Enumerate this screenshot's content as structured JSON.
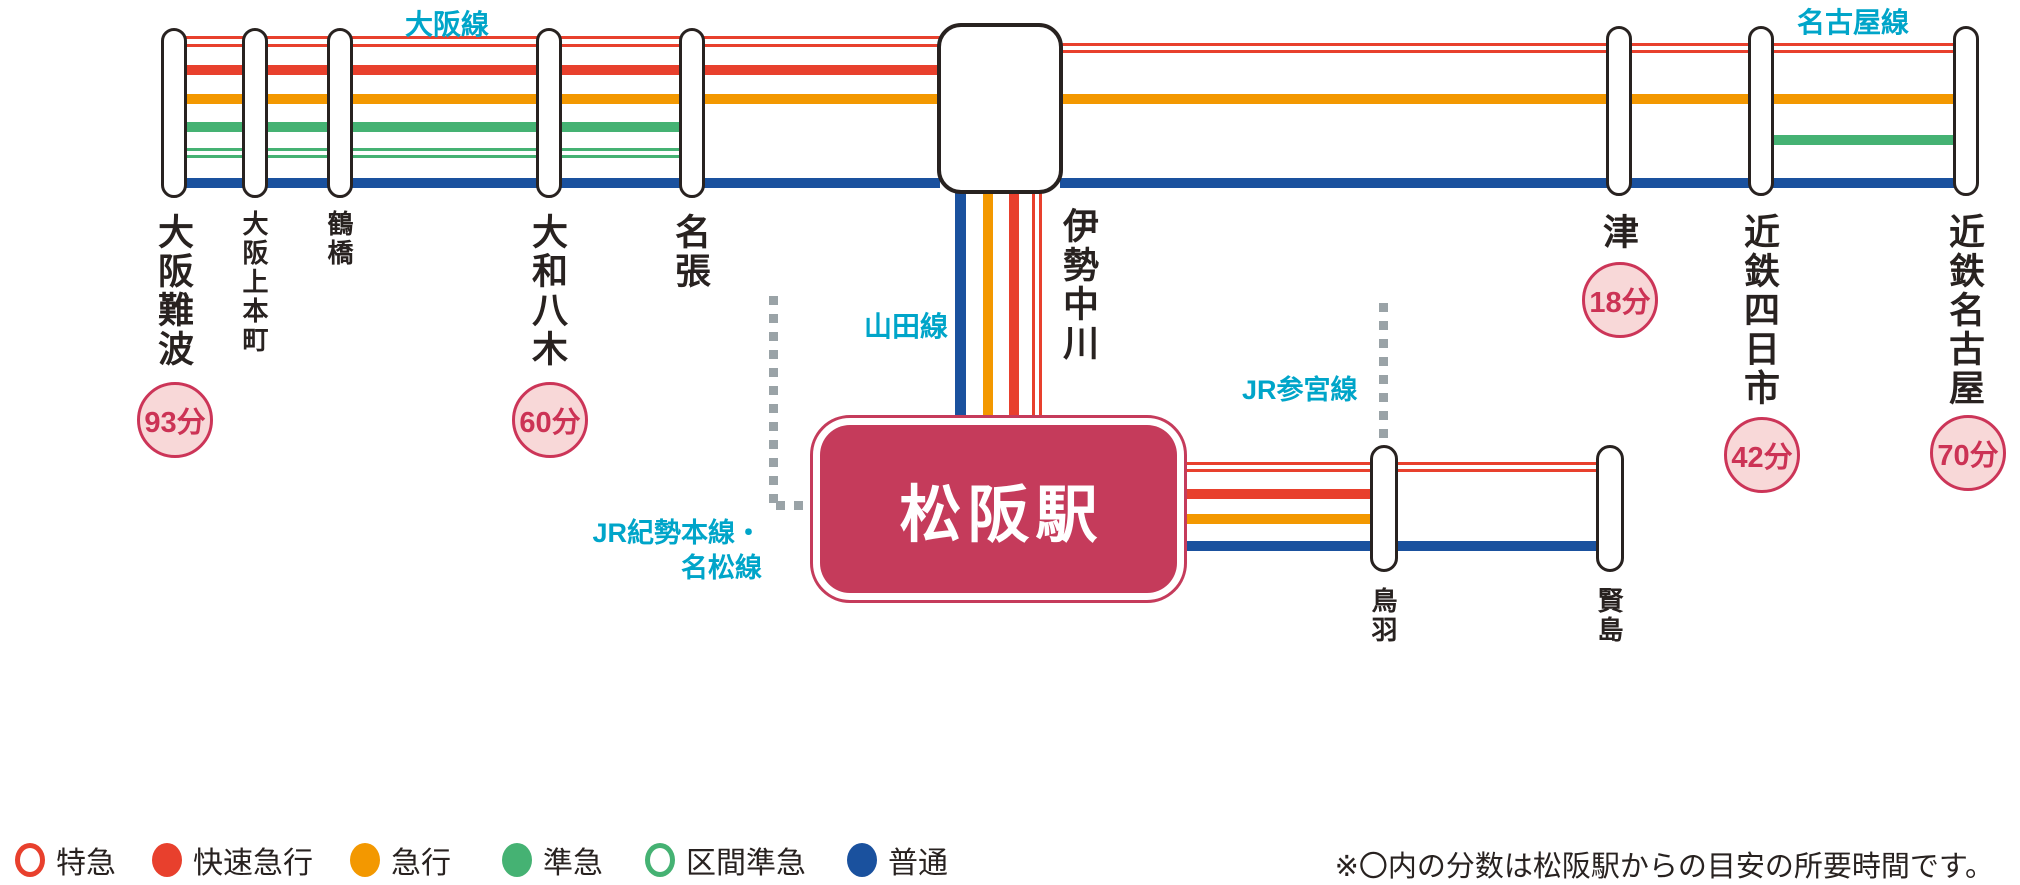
{
  "lines": {
    "osaka_line": "大阪線",
    "nagoya_line": "名古屋線",
    "yamada_line": "山田線",
    "jr_sangu_line": "JR参宮線",
    "jr_kisei_line1": "JR紀勢本線・",
    "jr_kisei_line2": "名松線"
  },
  "stations": {
    "osaka_namba": {
      "name": "大阪難波",
      "time": "93分"
    },
    "osaka_uehommachi": {
      "name": "大阪上本町"
    },
    "tsuruhashi": {
      "name": "鶴橋"
    },
    "yamato_yagi": {
      "name": "大和八木",
      "time": "60分"
    },
    "nabari": {
      "name": "名張"
    },
    "ise_nakagawa": {
      "name": "伊勢中川"
    },
    "tsu": {
      "name": "津",
      "time": "18分"
    },
    "kintetsu_yokkaichi": {
      "name": "近鉄四日市",
      "time": "42分"
    },
    "kintetsu_nagoya": {
      "name": "近鉄名古屋",
      "time": "70分"
    },
    "toba": {
      "name": "鳥羽"
    },
    "kashikojima": {
      "name": "賢島"
    },
    "matsusaka": {
      "name": "松阪駅"
    }
  },
  "legend": {
    "items": [
      {
        "label": "特急",
        "style": "ring",
        "color": "red"
      },
      {
        "label": "快速急行",
        "style": "dot",
        "color": "red"
      },
      {
        "label": "急行",
        "style": "dot",
        "color": "orange"
      },
      {
        "label": "準急",
        "style": "dot",
        "color": "green"
      },
      {
        "label": "区間準急",
        "style": "ring",
        "color": "green"
      },
      {
        "label": "普通",
        "style": "dot",
        "color": "blue"
      }
    ]
  },
  "note": "※〇内の分数は松阪駅からの目安の所要時間です。",
  "colors": {
    "red": "#e8402d",
    "orange": "#f39800",
    "green": "#45b273",
    "blue": "#1a519e",
    "cyan": "#00a5c9",
    "crimson": "#c53b5b",
    "badge_bg": "#f8d8d8",
    "badge_border": "#cc3558",
    "badge_text": "#cc3355",
    "ink": "#282220",
    "dash_gray": "#9aa3a7"
  }
}
